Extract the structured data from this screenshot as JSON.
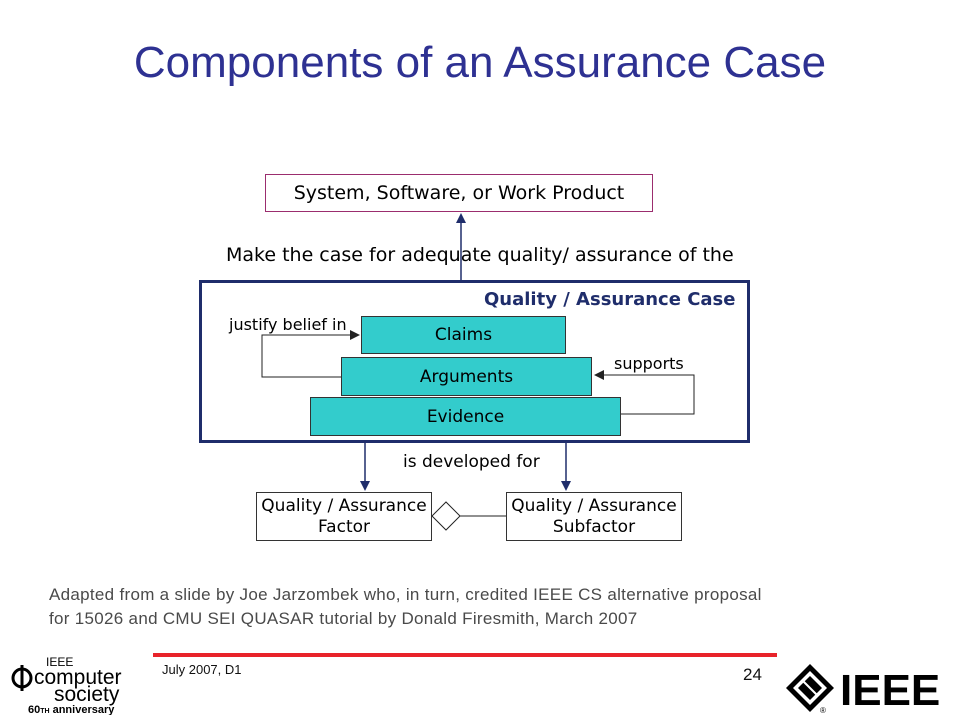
{
  "slide": {
    "title": "Components of an Assurance Case"
  },
  "diagram": {
    "top_box": "System, Software, or Work Product",
    "make_case_text": "Make the case for adequate quality/ assurance of the",
    "case_title": "Quality / Assurance Case",
    "justify_label": "justify belief in",
    "supports_label": "supports",
    "layers": {
      "claims": "Claims",
      "arguments": "Arguments",
      "evidence": "Evidence"
    },
    "developed_for": "is developed for",
    "factor": {
      "line1": "Quality / Assurance",
      "line2": "Factor"
    },
    "subfactor": {
      "line1": "Quality / Assurance",
      "line2": "Subfactor"
    }
  },
  "credit": {
    "line1": "Adapted from a slide by Joe Jarzombek who, in turn, credited IEEE CS alternative proposal",
    "line2": "for 15026 and CMU SEI QUASAR tutorial by Donald Firesmith, March 2007"
  },
  "footer": {
    "date": "July 2007, D1",
    "page": "24",
    "cs_logo": {
      "small": "IEEE",
      "line1": "computer",
      "line2": "society",
      "anniv_num": "60",
      "anniv_th": "TH",
      "anniv_word": "anniversary"
    },
    "ieee_logo": {
      "text": "IEEE",
      "reg": "®"
    }
  },
  "colors": {
    "title": "#2e3192",
    "frame": "#1f2d6b",
    "teal": "#33cccc",
    "top_box_border": "#9b2d6e",
    "footer_line": "#e8232a"
  }
}
